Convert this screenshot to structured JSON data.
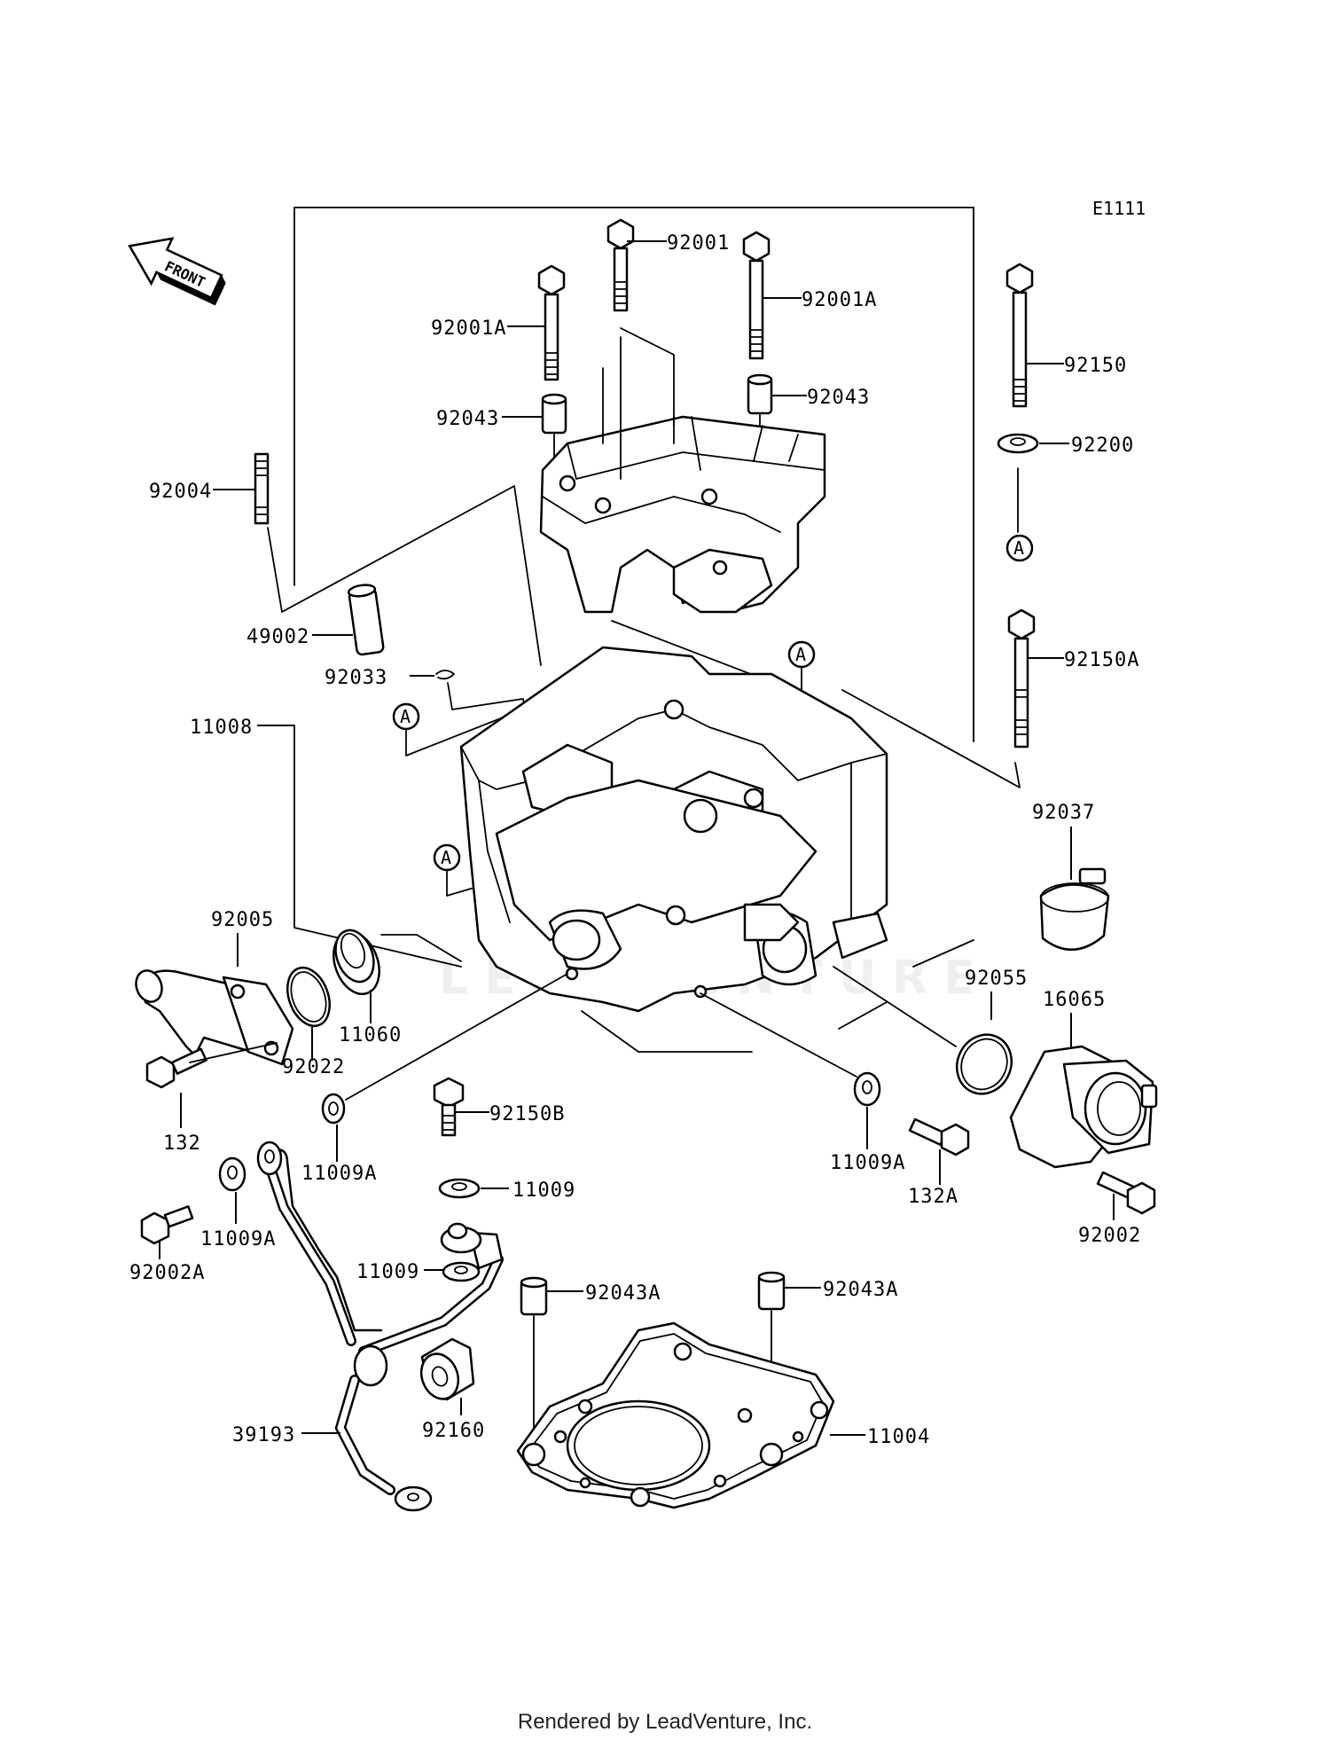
{
  "diagram_code": "E1111",
  "front_label": "FRONT",
  "watermark": "LEADVENTURE",
  "footer": "Rendered by LeadVenture, Inc.",
  "ref_letter": "A",
  "parts": {
    "p92001": "92001",
    "p92001A_left": "92001A",
    "p92001A_right": "92001A",
    "p92043_left": "92043",
    "p92043_right": "92043",
    "p92004": "92004",
    "p49002": "49002",
    "p92033": "92033",
    "p11008": "11008",
    "p92150": "92150",
    "p92200": "92200",
    "p92150A": "92150A",
    "p92037": "92037",
    "p92055": "92055",
    "p16065": "16065",
    "p92005": "92005",
    "p11060": "11060",
    "p92022": "92022",
    "p132": "132",
    "p132A": "132A",
    "p92150B": "92150B",
    "p11009A_center": "11009A",
    "p11009A_left": "11009A",
    "p11009A_right": "11009A",
    "p11009_top": "11009",
    "p11009_lower": "11009",
    "p92002": "92002",
    "p92002A": "92002A",
    "p92043A_left": "92043A",
    "p92043A_right": "92043A",
    "p92160": "92160",
    "p39193": "39193",
    "p11004": "11004"
  }
}
